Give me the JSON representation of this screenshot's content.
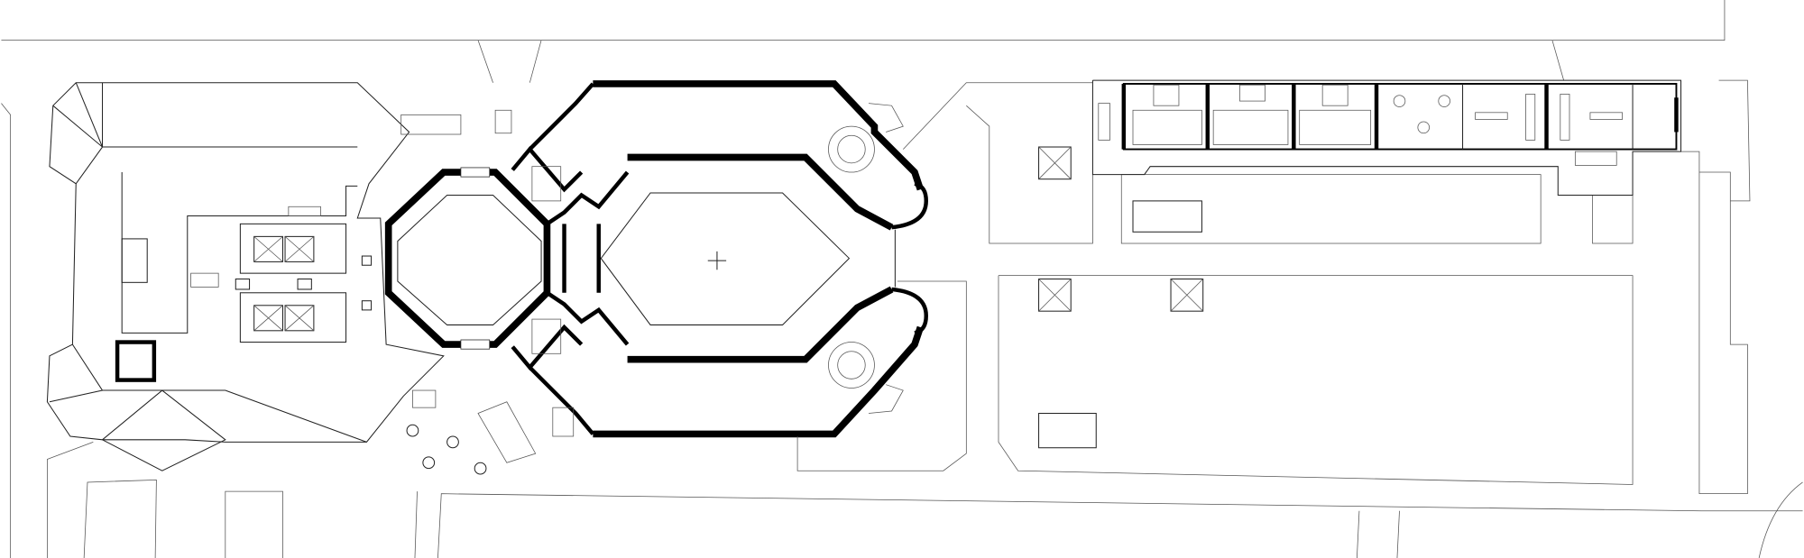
{
  "drawing": {
    "type": "architectural-floor-plan",
    "colors": {
      "background": "#ffffff",
      "walls": "#000000",
      "lines": "#222222",
      "context": "#555555"
    },
    "elements": [
      "octagonal-hall",
      "elongated-octagonal-hall",
      "office-annex",
      "courtyard",
      "skylight-icon",
      "stair-icon",
      "table-icon"
    ]
  }
}
